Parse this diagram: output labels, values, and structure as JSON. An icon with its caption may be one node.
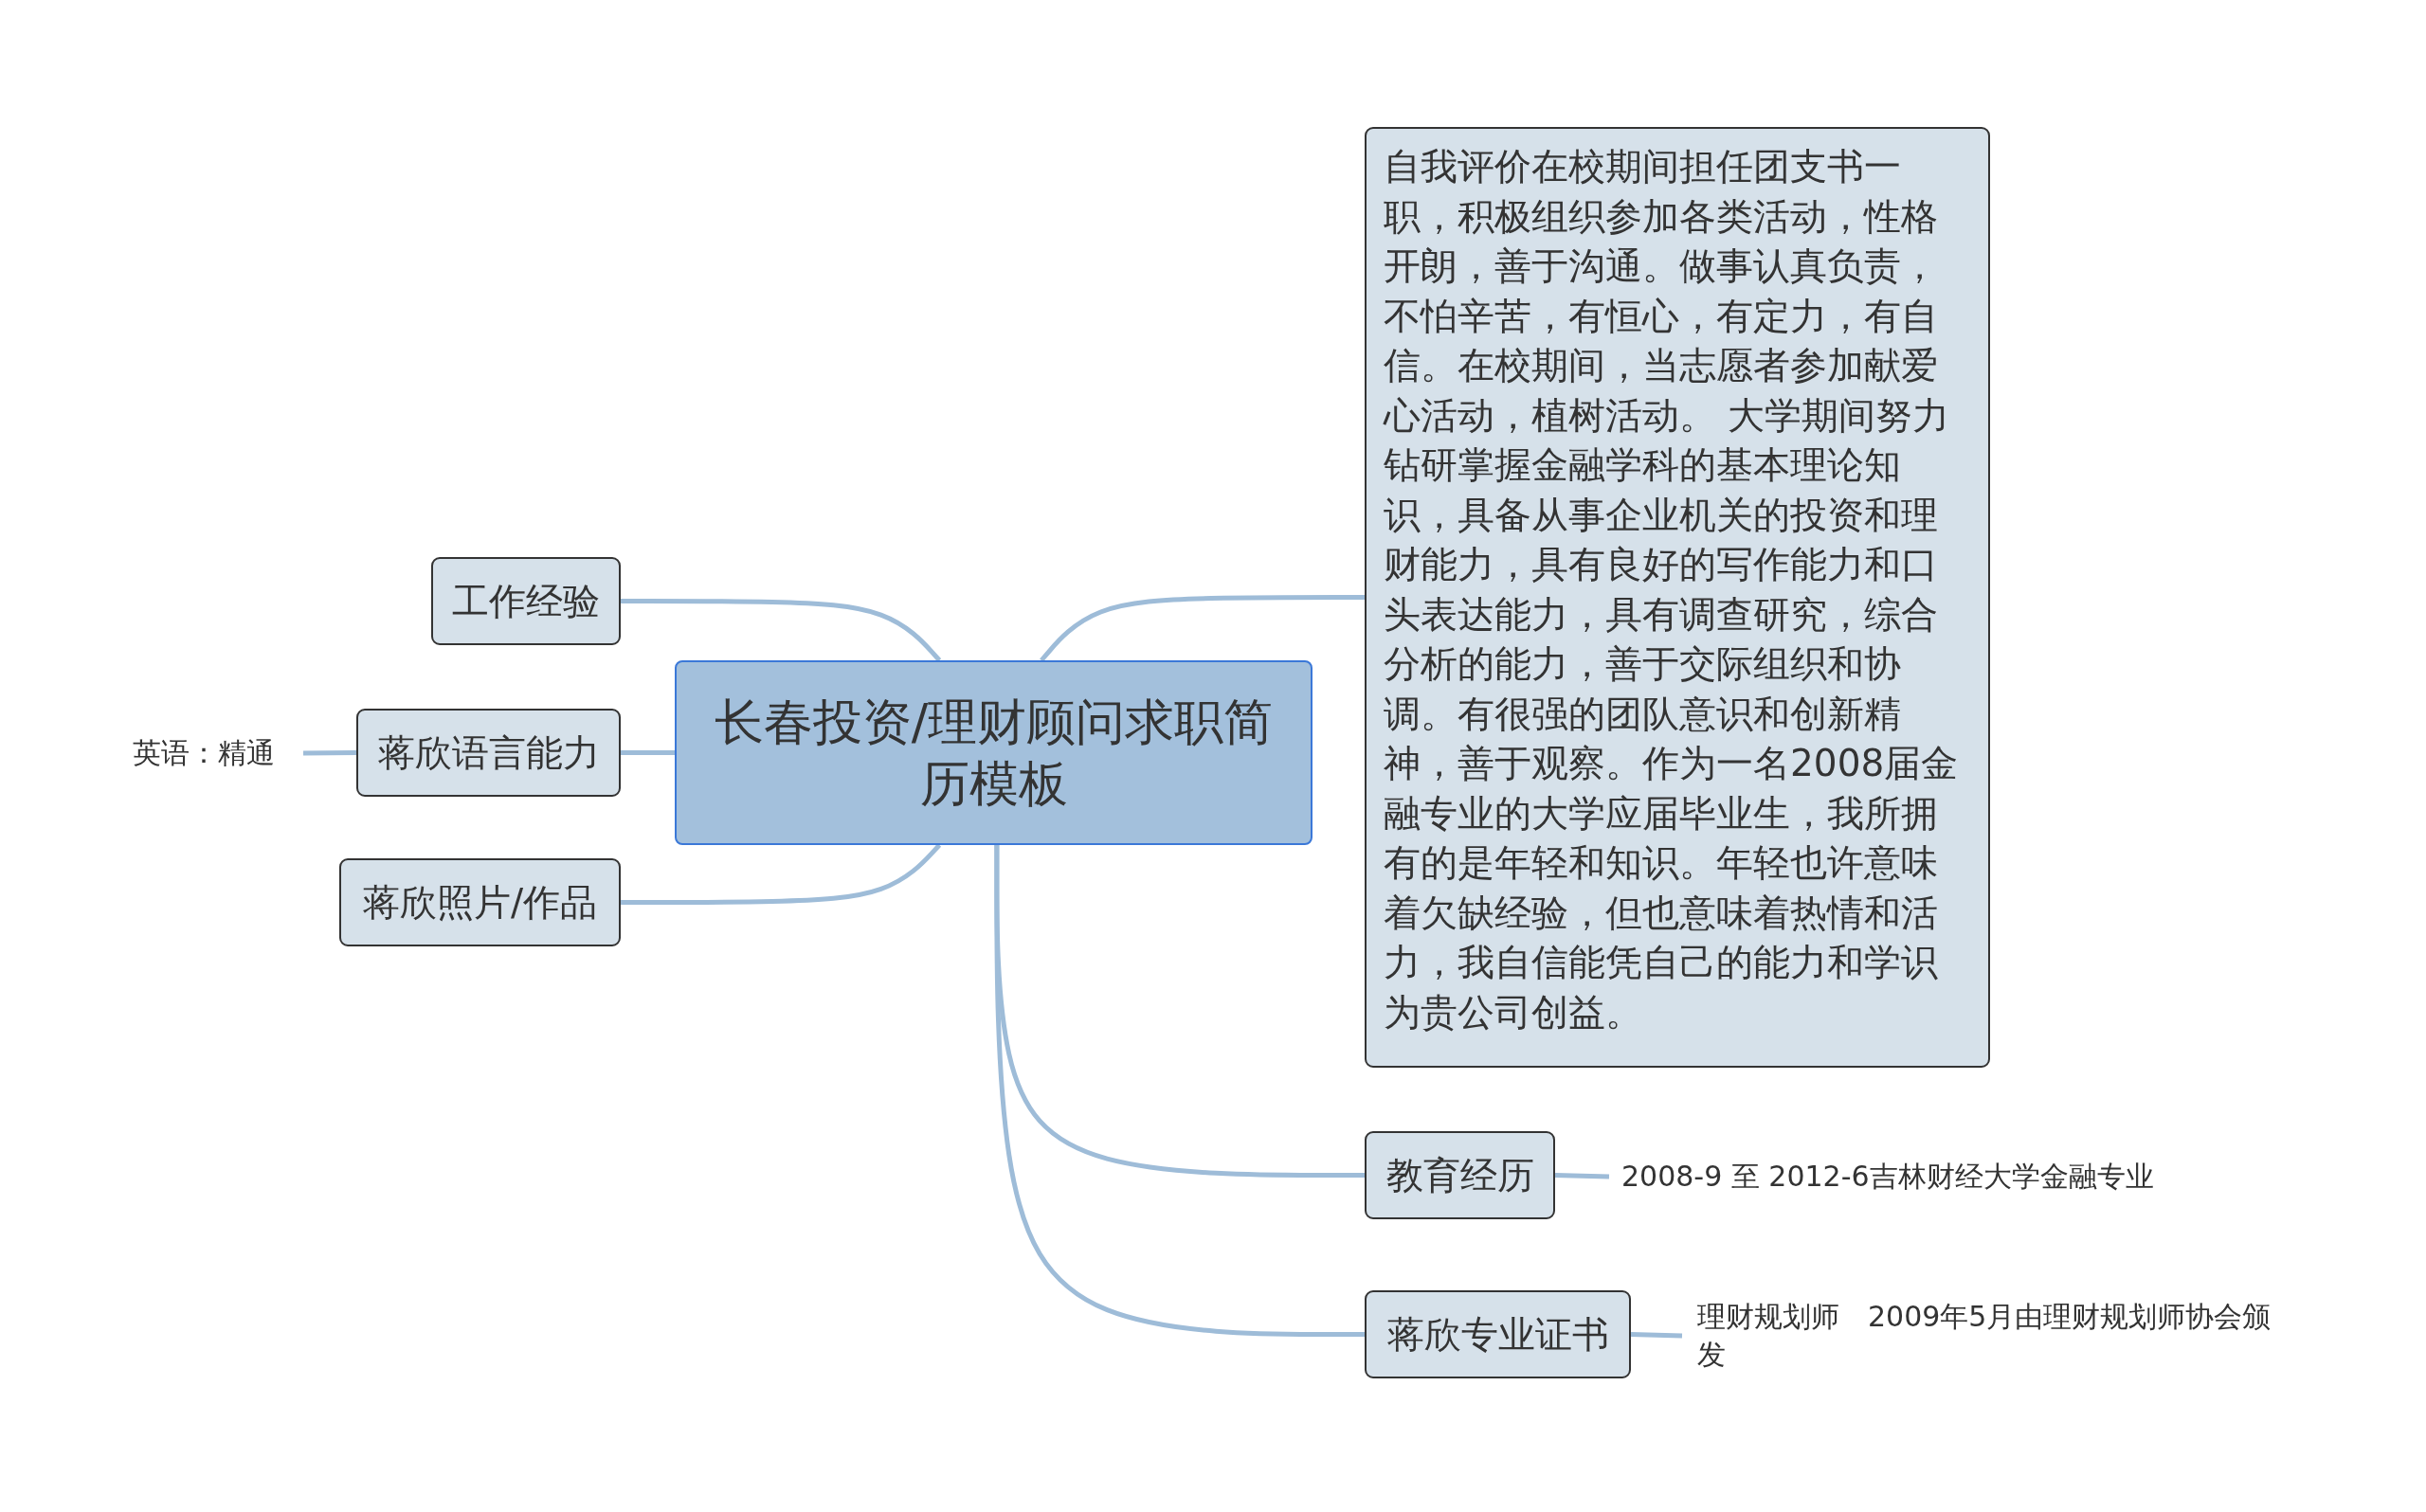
{
  "diagram": {
    "nodes": [
      {
        "text": [
          "长春投资/理财顾问求职简历模板"
        ]
      },
      {
        "text": [
          "工作经验"
        ]
      },
      {
        "text": [
          "蒋欣语言能力"
        ]
      },
      {
        "text": [
          "英语：精通"
        ]
      },
      {
        "text": [
          "蒋欣照片/作品"
        ]
      },
      {
        "text": [
          "自我评价在校期间担任团支书一职，积极组织参加各类活动，性格开朗，善于沟通。做事认真负责，不怕辛苦，有恒心，有定力，有自信。在校期间，当志愿者参加献爱心活动，植树活动。 大学期间努力钻研掌握金融学科的基本理论知识，具备从事企业机关的投资和理财能力，具有良好的写作能力和口头表达能力，具有调查研究，综合分析的能力，善于交际组织和协调。有很强的团队意识和创新精神，善于观察。作为一名2008届金融专业的大学应届毕业生，我所拥有的是年轻和知识。年轻也许意味着欠缺经验，但也意味着热情和活力，我自信能凭自己的能力和学识为贵公司创益。"
        ]
      },
      {
        "text": [
          "教育经历"
        ]
      },
      {
        "text": [
          "2008-9 至 2012-6吉林财经大学金融专业"
        ]
      },
      {
        "text": [
          "蒋欣专业证书"
        ]
      },
      {
        "text": [
          "理财规划师　2009年5月由理财规划师协会颁发"
        ]
      }
    ],
    "edges": [
      {
        "from": 0,
        "to": 1,
        "arrow": "none"
      },
      {
        "from": 0,
        "to": 2,
        "arrow": "none"
      },
      {
        "from": 2,
        "to": 3,
        "arrow": "none"
      },
      {
        "from": 0,
        "to": 4,
        "arrow": "none"
      },
      {
        "from": 0,
        "to": 5,
        "arrow": "none"
      },
      {
        "from": 0,
        "to": 6,
        "arrow": "none"
      },
      {
        "from": 6,
        "to": 7,
        "arrow": "none"
      },
      {
        "from": 0,
        "to": 8,
        "arrow": "none"
      },
      {
        "from": 8,
        "to": 9,
        "arrow": "none"
      }
    ]
  }
}
